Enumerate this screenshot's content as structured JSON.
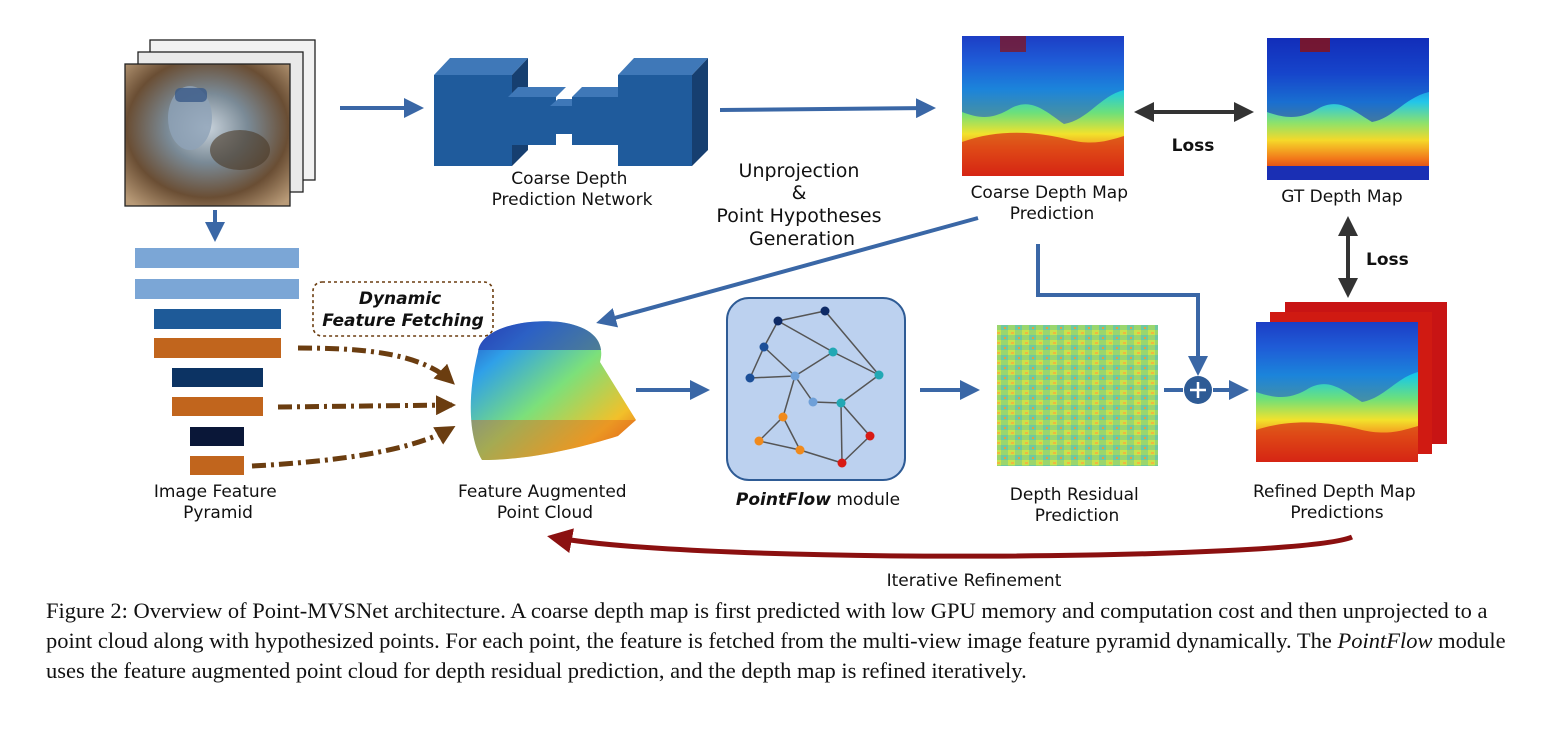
{
  "labels": {
    "coarse_net": [
      "Coarse Depth",
      "Prediction Network"
    ],
    "unprojection": [
      "Unprojection",
      "&",
      "Point Hypotheses",
      "Generation"
    ],
    "coarse_map": [
      "Coarse Depth Map",
      "Prediction"
    ],
    "gt_map": "GT Depth Map",
    "loss_h": "Loss",
    "loss_v": "Loss",
    "dynamic_fetch": [
      "Dynamic",
      "Feature Fetching"
    ],
    "feature_pyramid": [
      "Image Feature",
      "Pyramid"
    ],
    "feature_cloud": [
      "Feature Augmented",
      "Point Cloud"
    ],
    "pointflow_name": "PointFlow",
    "pointflow_suffix": " module",
    "depth_residual": [
      "Depth Residual",
      "Prediction"
    ],
    "refined_maps": [
      "Refined Depth Map",
      "Predictions"
    ],
    "iterative": "Iterative Refinement"
  },
  "caption": {
    "prefix": "Figure 2: Overview of Point-MVSNet architecture. A coarse depth map is first predicted with low GPU memory and computation cost and then unprojected to a point cloud along with hypothesized points. For each point, the feature is fetched from the multi-view image feature pyramid dynamically. The ",
    "emph": "PointFlow",
    "suffix": " module uses the feature augmented point cloud for depth residual prediction, and the depth map is refined iteratively."
  },
  "colors": {
    "arrow_blue": "#3a67a6",
    "net_blue": "#1f5b9c",
    "pyramid_light": "#7ba6d6",
    "pyramid_mid": "#1e5a98",
    "pyramid_dark": "#0c3363",
    "pyramid_navy": "#0a1738",
    "pyramid_orange": "#c1651d",
    "fetch_brown": "#6b3d10",
    "loss_gray": "#333333",
    "iterative_red": "#8b1010",
    "pointflow_bg": "#bcd1ef"
  }
}
